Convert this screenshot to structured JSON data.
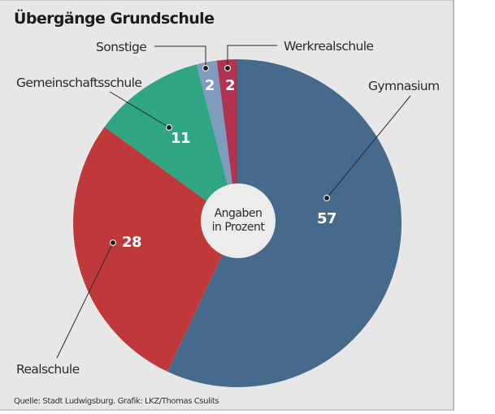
{
  "title": "Übergänge Grundschule",
  "center_label": [
    "Angaben",
    "in Prozent"
  ],
  "source": "Quelle: Stadt Ludwigsburg. Grafik: LKZ/Thomas Csulits",
  "colors": {
    "background": "#e6e7e6",
    "gymnasium": "#466a8b",
    "realschule": "#c0393a",
    "gemeinschaftsschule": "#2fa584",
    "sonstige": "#7f9bbd",
    "werkrealschule": "#b13351",
    "center": "#ececec"
  },
  "chart_data": {
    "type": "pie",
    "title": "Übergänge Grundschule",
    "subtitle": "Angaben in Prozent",
    "unit": "%",
    "categories": [
      "Gymnasium",
      "Realschule",
      "Gemeinschaftsschule",
      "Sonstige",
      "Werkrealschule"
    ],
    "values": [
      57,
      28,
      11,
      2,
      2
    ],
    "start_angle": "12 o'clock, clockwise",
    "donut_center_label": "Angaben in Prozent",
    "legend": "leader-line labels",
    "source": "Quelle: Stadt Ludwigsburg. Grafik: LKZ/Thomas Csulits"
  },
  "labels": {
    "gymnasium": {
      "name": "Gymnasium",
      "value": "57"
    },
    "realschule": {
      "name": "Realschule",
      "value": "28"
    },
    "gemeinschaftsschule": {
      "name": "Gemeinschaftsschule",
      "value": "11"
    },
    "sonstige": {
      "name": "Sonstige",
      "value": "2"
    },
    "werkrealschule": {
      "name": "Werkrealschule",
      "value": "2"
    }
  }
}
